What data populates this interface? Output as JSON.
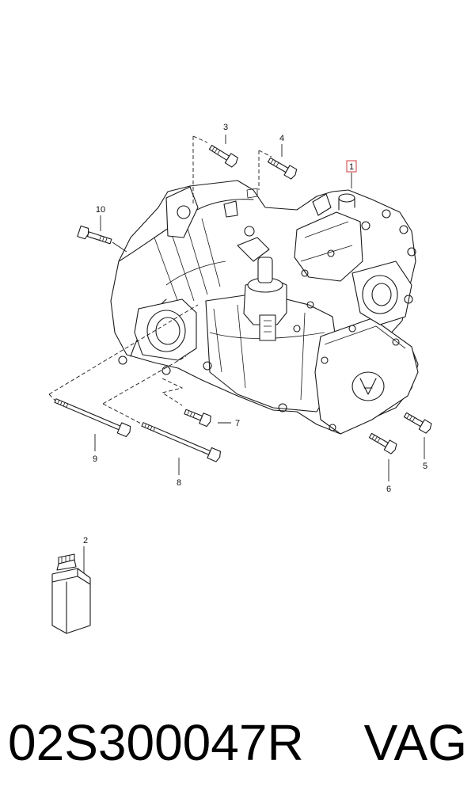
{
  "callouts": [
    "1",
    "2",
    "3",
    "4",
    "5",
    "6",
    "7",
    "8",
    "9",
    "10"
  ],
  "footer": {
    "part_number": "02S300047R",
    "brand": "VAG"
  },
  "colors": {
    "line": "#1a1a1a",
    "highlight": "#d23a3a",
    "background": "#ffffff"
  }
}
